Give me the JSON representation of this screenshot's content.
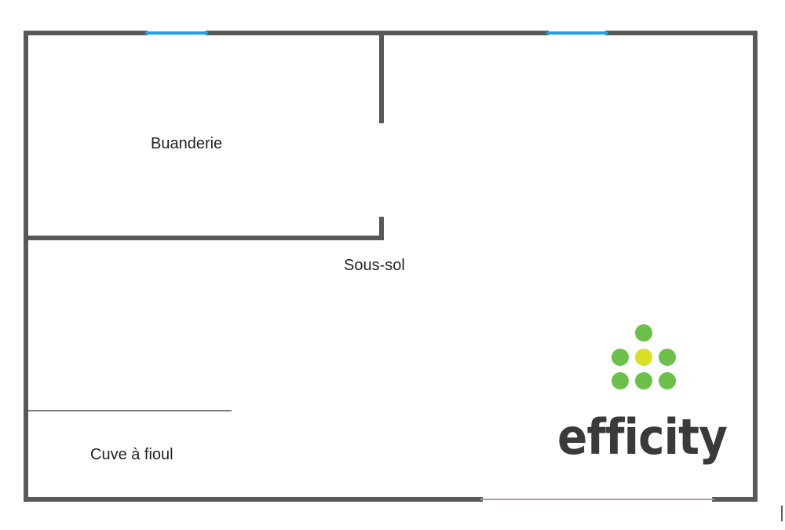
{
  "rooms": {
    "buanderie": "Buanderie",
    "sous_sol": "Sous-sol",
    "cuve": "Cuve à fioul"
  },
  "logo": {
    "text": "efficity",
    "dot_color": "#6cbf4a",
    "center_dot_color": "#d9e021",
    "text_color": "#3a3a3a"
  },
  "colors": {
    "wall": "#595959",
    "window": "#1fa3e0",
    "door": "#b79f9a",
    "partition": "#7a7a7a"
  }
}
